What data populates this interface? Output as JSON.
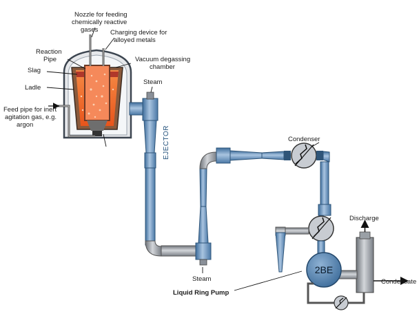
{
  "labels": {
    "nozzle_line1": "Nozzle for feeding",
    "nozzle_line2": "chemically reactive",
    "nozzle_line3": "gases",
    "charging_line1": "Charging device for",
    "charging_line2": "alloyed metals",
    "vacuum_line1": "Vacuum degassing",
    "vacuum_line2": "chamber",
    "reaction_line1": "Reaction",
    "reaction_line2": "Pipe",
    "slag": "Slag",
    "ladle": "Ladle",
    "feed_line1": "Feed pipe for inert",
    "feed_line2": "agitation gas, e.g.",
    "feed_line3": "argon",
    "steam_top": "Steam",
    "steam_bottom": "Steam",
    "ejector": "EJECTOR",
    "condenser": "Condenser",
    "discharge": "Discharge",
    "condensate": "Condensate",
    "pump": "2BE",
    "liquid_ring_pump": "Liquid Ring Pump"
  },
  "colors": {
    "pipe_blue": "#5b86b3",
    "pipe_blue_light": "#a9c4e0",
    "pipe_grey": "#8a8f96",
    "pipe_grey_light": "#c9ccd0",
    "melt_orange": "#f06a2a",
    "melt_light": "#f7a26a",
    "chamber_grey": "#d9dce0",
    "pump_blue": "#4d7fae"
  }
}
